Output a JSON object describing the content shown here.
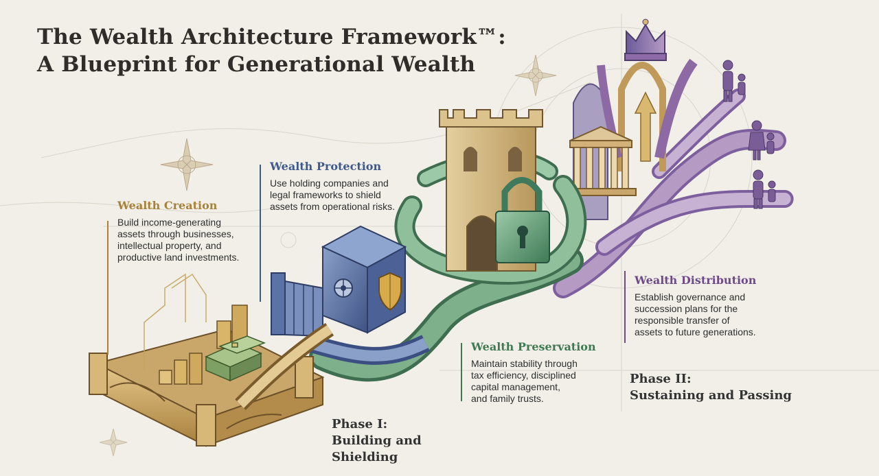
{
  "title": {
    "line1": "The Wealth Architecture Framework™:",
    "line2": "A Blueprint for Generational Wealth"
  },
  "stages": {
    "creation": {
      "heading": "Wealth Creation",
      "color": "#a8823a",
      "lines": [
        "Build income-generating",
        "assets through businesses,",
        "intellectual property, and",
        "productive land investments."
      ]
    },
    "protection": {
      "heading": "Wealth Protection",
      "color": "#3f5a8a",
      "lines": [
        "Use holding companies and",
        "legal frameworks to shield",
        "assets from operational risks."
      ]
    },
    "preservation": {
      "heading": "Wealth Preservation",
      "color": "#3f7a52",
      "lines": [
        "Maintain stability through",
        "tax efficiency, disciplined",
        "capital management,",
        "and family trusts."
      ]
    },
    "distribution": {
      "heading": "Wealth Distribution",
      "color": "#6e4b88",
      "lines": [
        "Establish governance and",
        "succession plans for the",
        "responsible transfer of",
        "assets to future generations."
      ]
    }
  },
  "phases": {
    "one": {
      "line1": "Phase I:",
      "line2": "Building and",
      "line3": "Shielding"
    },
    "two": {
      "line1": "Phase II:",
      "line2": "Sustaining and Passing"
    }
  },
  "illustration": {
    "icons": [
      "compass-rose-icon",
      "wall-enclosure",
      "money-stack-icon",
      "bar-chart-icon",
      "safe-icon",
      "shield-icon",
      "castle-tower-icon",
      "padlock-icon",
      "classical-building-icon",
      "crown-icon",
      "family-icon"
    ],
    "colors": {
      "gold": "#c9a45f",
      "blue": "#5b72a6",
      "green": "#5e9a72",
      "purple": "#8f6aa8",
      "background": "#f1efe8"
    }
  }
}
